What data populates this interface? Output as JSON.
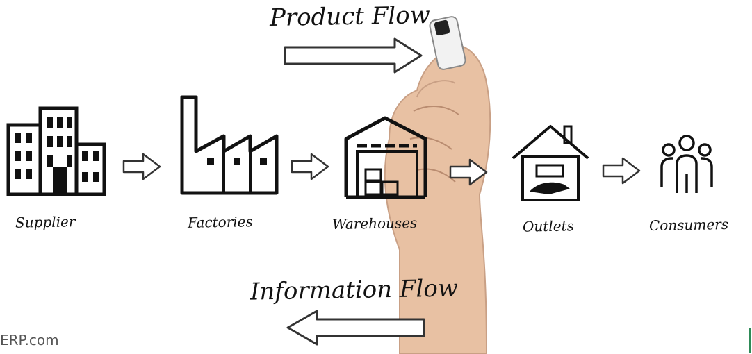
{
  "diagram": {
    "product_flow_title": "Product Flow",
    "information_flow_title": "Information Flow",
    "stages": [
      {
        "label": "Supplier",
        "icon": "office-buildings-icon"
      },
      {
        "label": "Factories",
        "icon": "factory-icon"
      },
      {
        "label": "Warehouses",
        "icon": "warehouse-icon"
      },
      {
        "label": "Outlets",
        "icon": "outlet-store-icon"
      },
      {
        "label": "Consumers",
        "icon": "people-group-icon"
      }
    ],
    "watermark": "ERP.com"
  },
  "colors": {
    "ink": "#111111",
    "skin": "#e9c3a6",
    "accent": "#2e8b57"
  }
}
